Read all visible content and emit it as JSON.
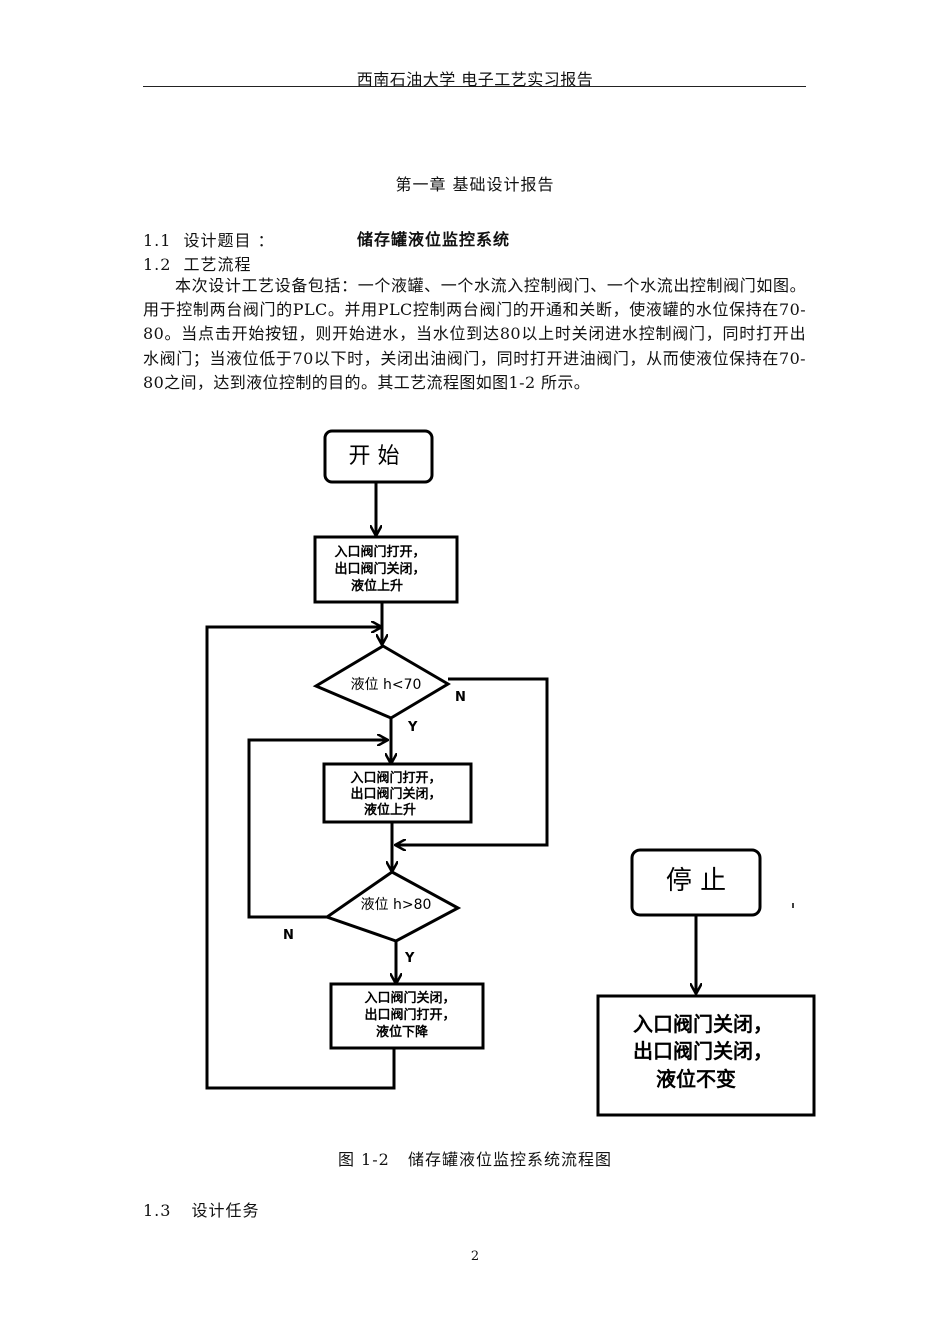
{
  "header": {
    "title": "西南石油大学 电子工艺实习报告"
  },
  "chapter_title": "第一章 基础设计报告",
  "sections": {
    "s1_1": {
      "number": "1.1",
      "label": "设计题目 ：",
      "value": "储存罐液位监控系统"
    },
    "s1_2": {
      "number": "1.2",
      "label": "工艺流程"
    },
    "s1_3": {
      "number": "1.3",
      "label": "设计任务"
    }
  },
  "paragraph": "本次设计工艺设备包括：一个液罐、一个水流入控制阀门、一个水流出控制阀门如图。用于控制两台阀门的PLC。并用PLC控制两台阀门的开通和关断，使液罐的水位保持在70-80。当点击开始按钮，则开始进水，当水位到达80以上时关闭进水控制阀门，同时打开出水阀门；当液位低于70以下时，关闭出油阀门，同时打开进油阀门，从而使液位保持在70-80之间，达到液位控制的目的。其工艺流程图如图1-2 所示。",
  "flowchart": {
    "start": "开 始",
    "box1": [
      "入口阀门打开，",
      "出口阀门关闭，",
      "液位上升"
    ],
    "decision1": "液位 h<70",
    "decision1_no": "N",
    "decision1_yes": "Y",
    "box2": [
      "入口阀门打开，",
      "出口阀门关闭，",
      "液位上升"
    ],
    "decision2": "液位 h>80",
    "decision2_no": "N",
    "decision2_yes": "Y",
    "box3": [
      "入口阀门关闭，",
      "出口阀门打开，",
      "液位下降"
    ],
    "stop": "停 止",
    "box4": [
      "入口阀门关闭，",
      "出口阀门关闭，",
      "液位不变"
    ]
  },
  "figure_caption": "图 1-2   储存罐液位监控系统流程图",
  "page_number": "2"
}
